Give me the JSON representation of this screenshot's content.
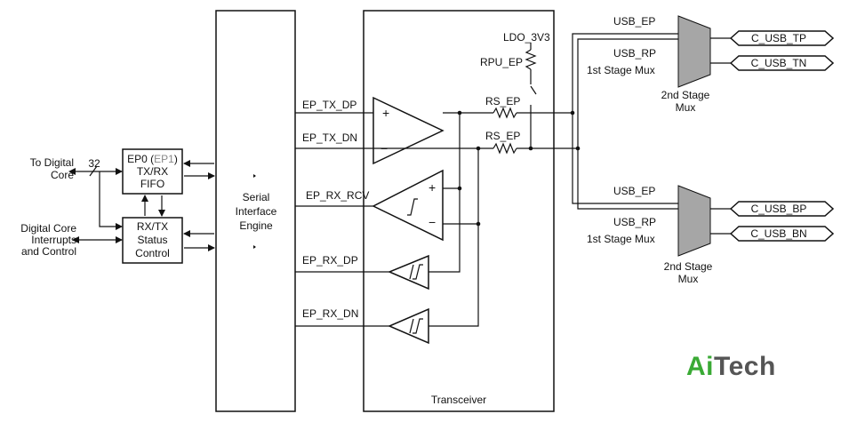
{
  "left": {
    "to_digital_core": [
      "To Digital",
      "Core"
    ],
    "bus_width": "32",
    "digital_core_irq": [
      "Digital Core",
      "Interrupts",
      "and Control"
    ]
  },
  "fifo": {
    "line1_a": "EP0 (",
    "line1_b": "EP1",
    "line1_c": ")",
    "line2": "TX/RX",
    "line3": "FIFO"
  },
  "status": {
    "line1": "RX/TX",
    "line2": "Status",
    "line3": "Control"
  },
  "sie": {
    "line1": "Serial",
    "line2": "Interface",
    "line3": "Engine"
  },
  "signals": {
    "tx_dp": "EP_TX_DP",
    "tx_dn": "EP_TX_DN",
    "rx_rcv": "EP_RX_RCV",
    "rx_dp": "EP_RX_DP",
    "rx_dn": "EP_RX_DN"
  },
  "transceiver": {
    "title": "Transceiver",
    "ldo": "LDO_3V3",
    "rpu": "RPU_EP",
    "rs1": "RS_EP",
    "rs2": "RS_EP",
    "amp_plus": "+",
    "amp_minus": "−"
  },
  "mux_top": {
    "usb_ep": "USB_EP",
    "usb_rp": "USB_RP",
    "stage1": "1st Stage Mux",
    "stage2": [
      "2nd Stage",
      "Mux"
    ],
    "out_p": "C_USB_TP",
    "out_n": "C_USB_TN"
  },
  "mux_bottom": {
    "usb_ep": "USB_EP",
    "usb_rp": "USB_RP",
    "stage1": "1st Stage Mux",
    "stage2": [
      "2nd Stage",
      "Mux"
    ],
    "out_p": "C_USB_BP",
    "out_n": "C_USB_BN"
  },
  "logo": {
    "part1": "Ai",
    "part2": "Tech"
  },
  "colors": {
    "fifo_ep1": "#888888",
    "mux_fill": "#a6a6a6",
    "logo_green": "#3aaa35",
    "logo_gray": "#555555"
  }
}
